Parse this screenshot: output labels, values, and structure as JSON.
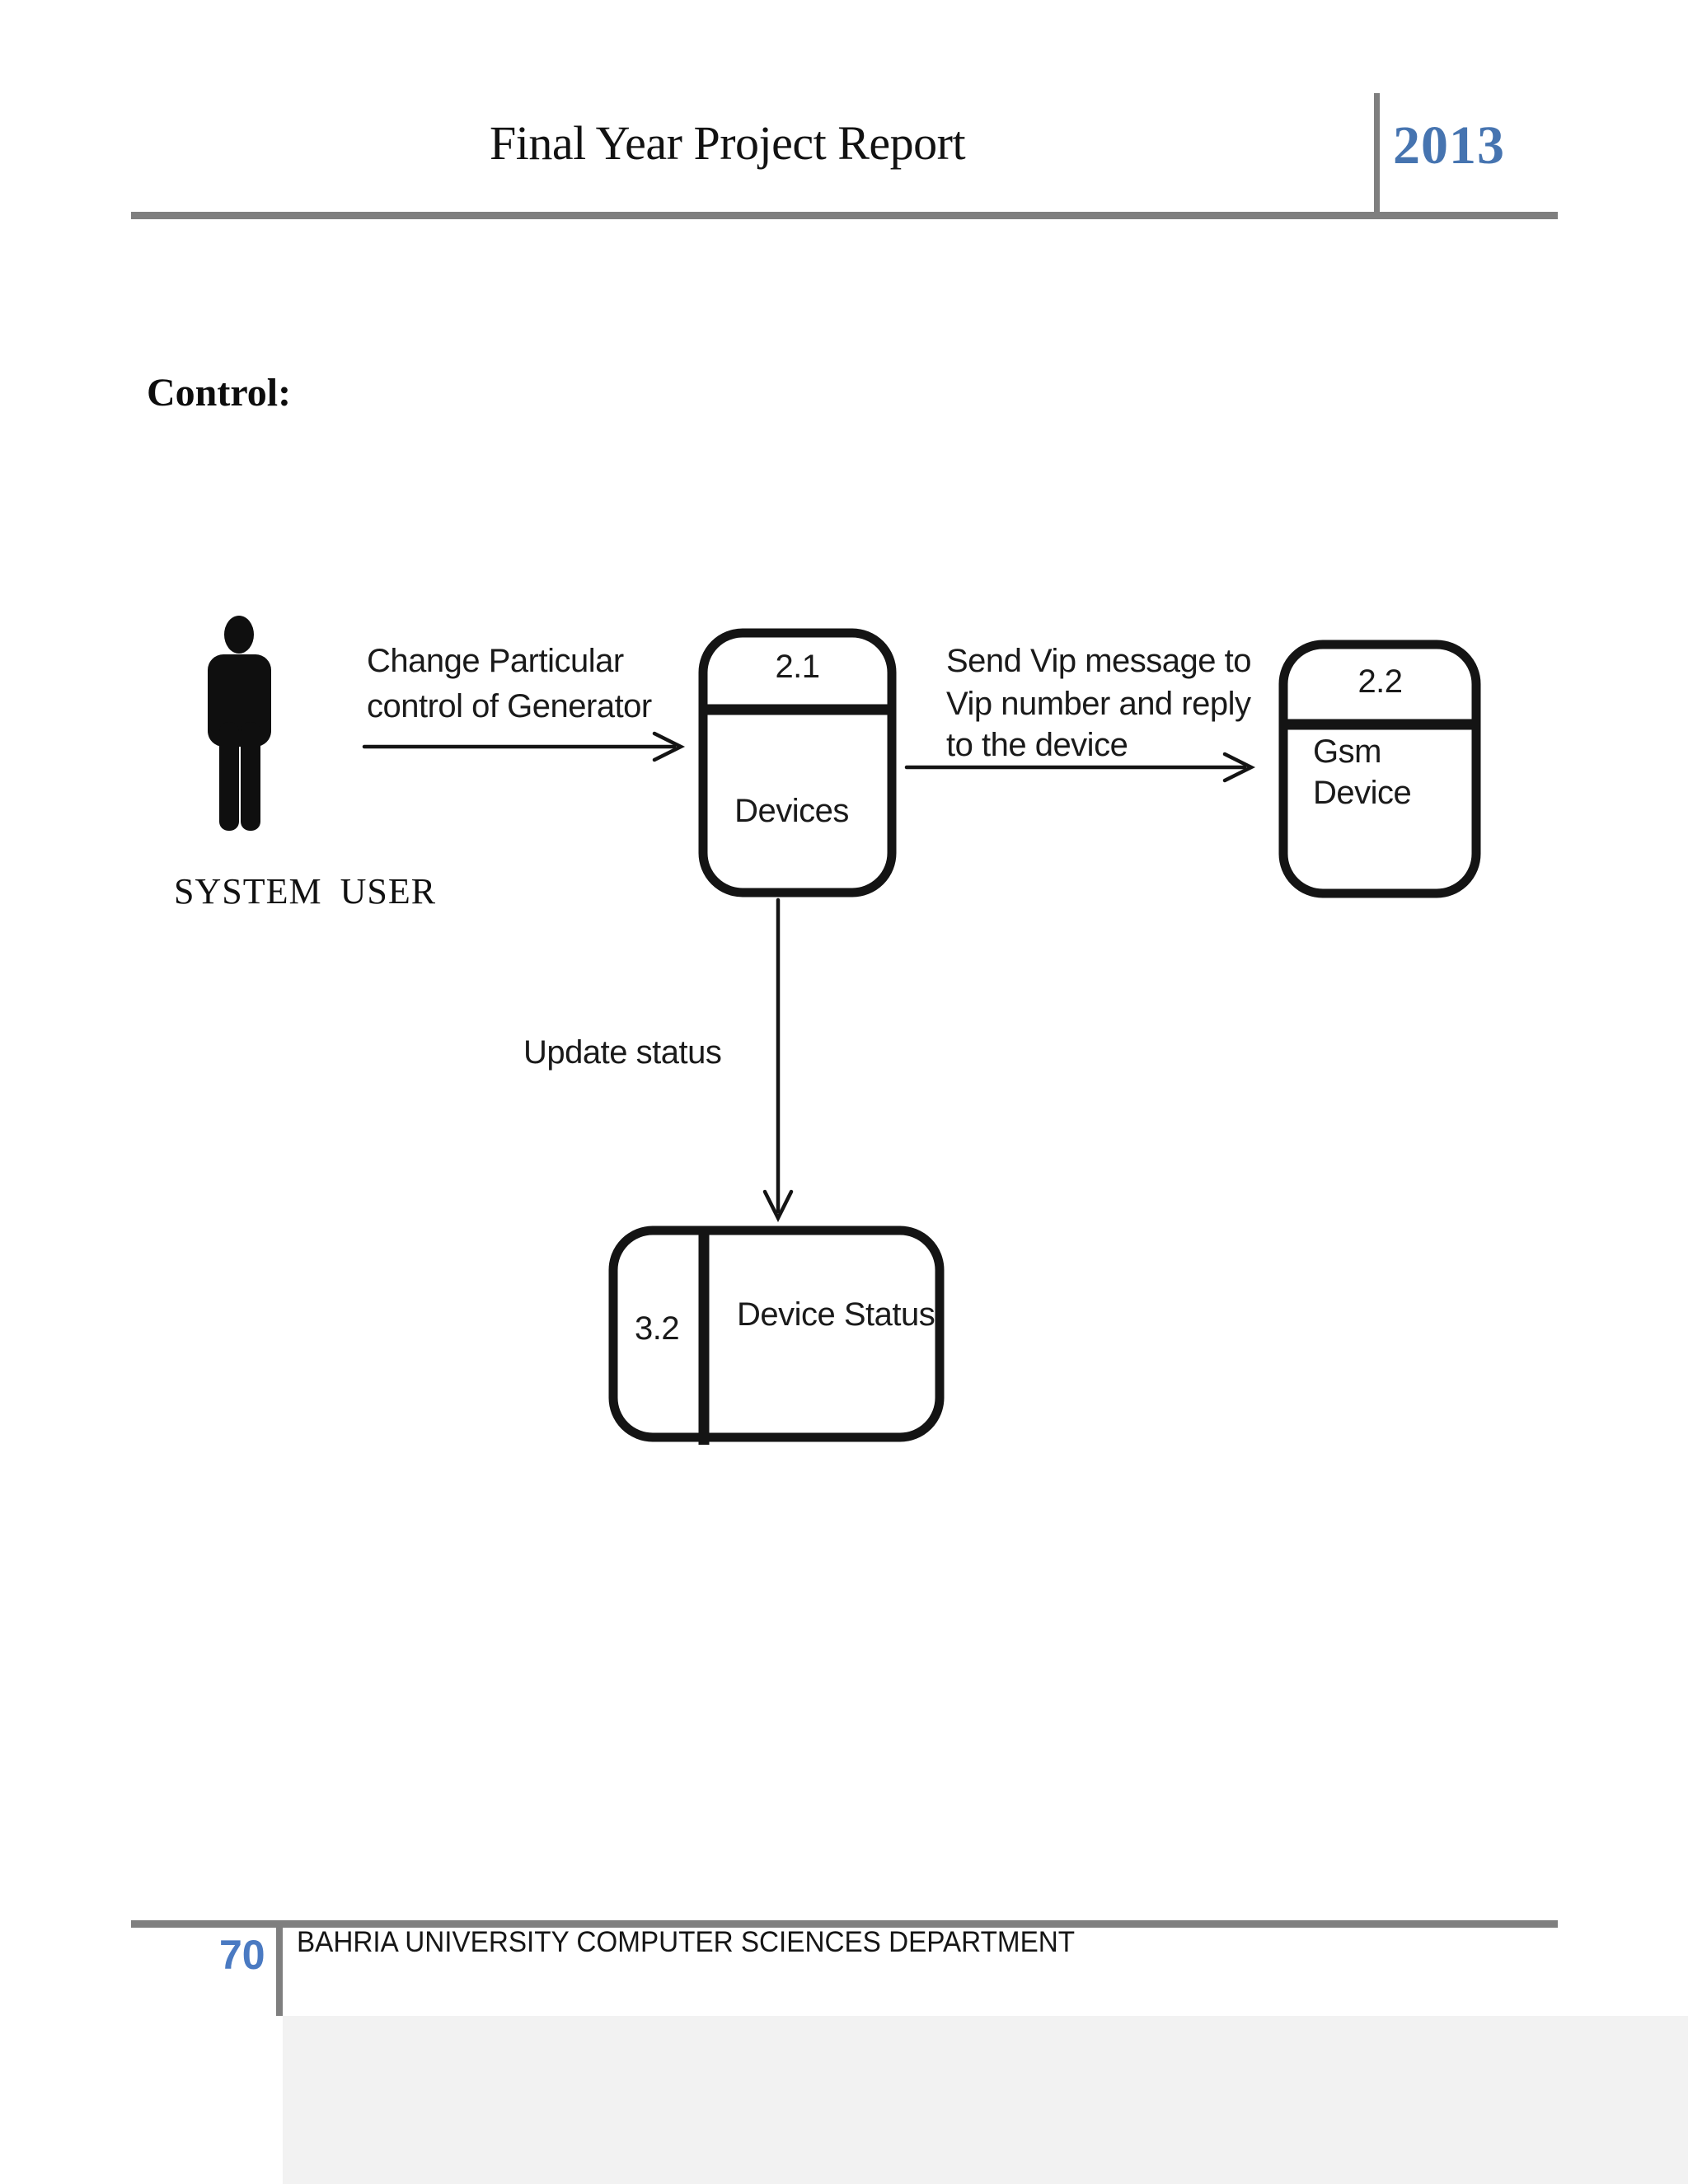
{
  "header": {
    "title": "Final Year Project Report",
    "year": "2013"
  },
  "section_heading": "Control:",
  "diagram": {
    "actor_label": "SYSTEM USER",
    "flow1_line1": "Change Particular",
    "flow1_line2": "control of Generator",
    "flow2_line1": "Send Vip message to",
    "flow2_line2": "Vip number and reply",
    "flow2_line3": "to the device",
    "flow3_label": "Update status",
    "process1_id": "2.1",
    "process1_name": "Devices",
    "process2_id": "2.2",
    "process2_name_line1": "Gsm",
    "process2_name_line2": "Device",
    "datastore_id": "3.2",
    "datastore_name": "Device Status"
  },
  "footer": {
    "page_number": "70",
    "department": "BAHRIA UNIVERSITY COMPUTER SCIENCES DEPARTMENT"
  },
  "colors": {
    "year_blue": "#4674b0",
    "page_number_blue": "#4a7ac2",
    "rule_gray": "#7f7f7f",
    "ink_black": "#141414"
  }
}
